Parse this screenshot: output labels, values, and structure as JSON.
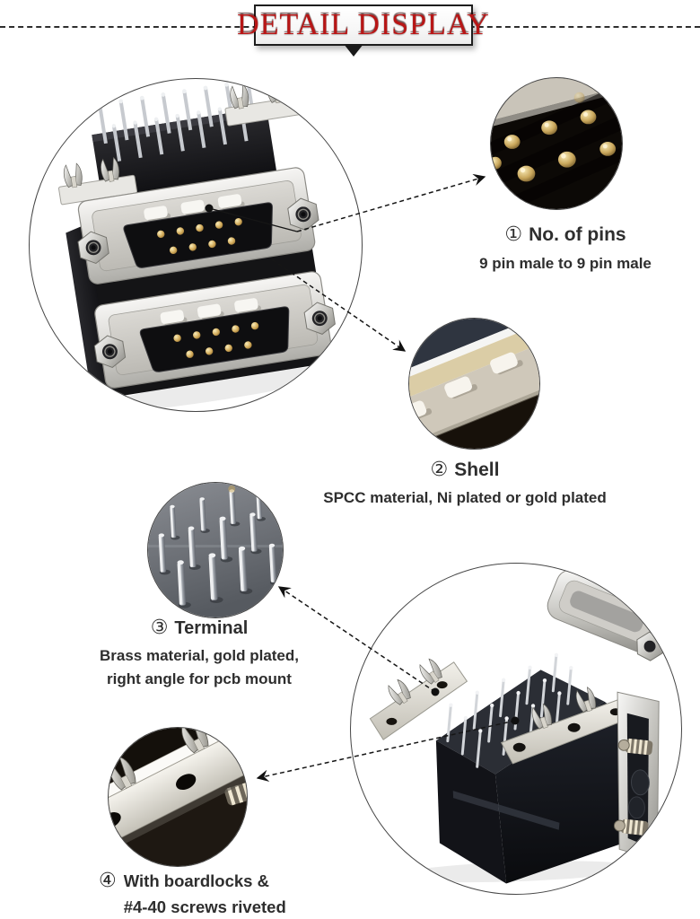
{
  "header": {
    "title": "DETAIL DISPLAY"
  },
  "callouts": {
    "pins": {
      "num": "①",
      "heading": "No. of pins",
      "sub": "9 pin male to 9 pin male"
    },
    "shell": {
      "num": "②",
      "heading": "Shell",
      "sub": "SPCC material, Ni plated or gold plated"
    },
    "terminal": {
      "num": "③",
      "heading": "Terminal",
      "line1": "Brass material, gold plated,",
      "line2": "right angle for pcb mount"
    },
    "boardlocks": {
      "num": "④",
      "heading": "With boardlocks &",
      "line2": "#4-40 screws riveted"
    }
  },
  "images": {
    "main_front": "dual-port DB9 male connector, front view",
    "pins_closeup": "close-up of gold connector pins",
    "shell_closeup": "close-up of metal shell with dimples",
    "terminal_closeup": "close-up of right-angle PCB terminals",
    "boardlocks_closeup": "close-up of boardlock clips and screw",
    "main_rear": "dual-port DB9 connector, rear view with boardlocks and screws"
  },
  "colors": {
    "title_red": "#b81616",
    "text_dark": "#2e2e2e",
    "line_black": "#161616"
  }
}
